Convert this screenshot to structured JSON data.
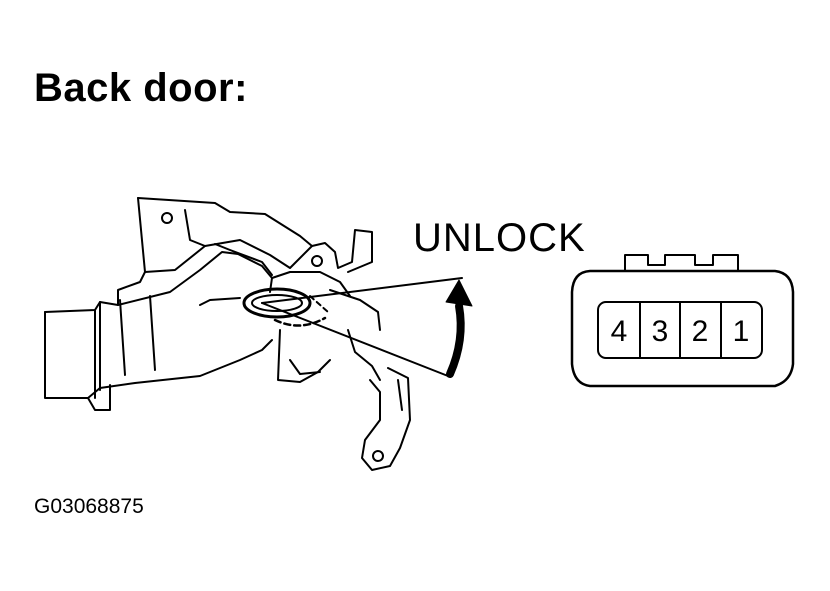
{
  "title": "Back door:",
  "direction_label": "UNLOCK",
  "figure_code": "G03068875",
  "connector": {
    "pins": [
      "4",
      "3",
      "2",
      "1"
    ]
  }
}
